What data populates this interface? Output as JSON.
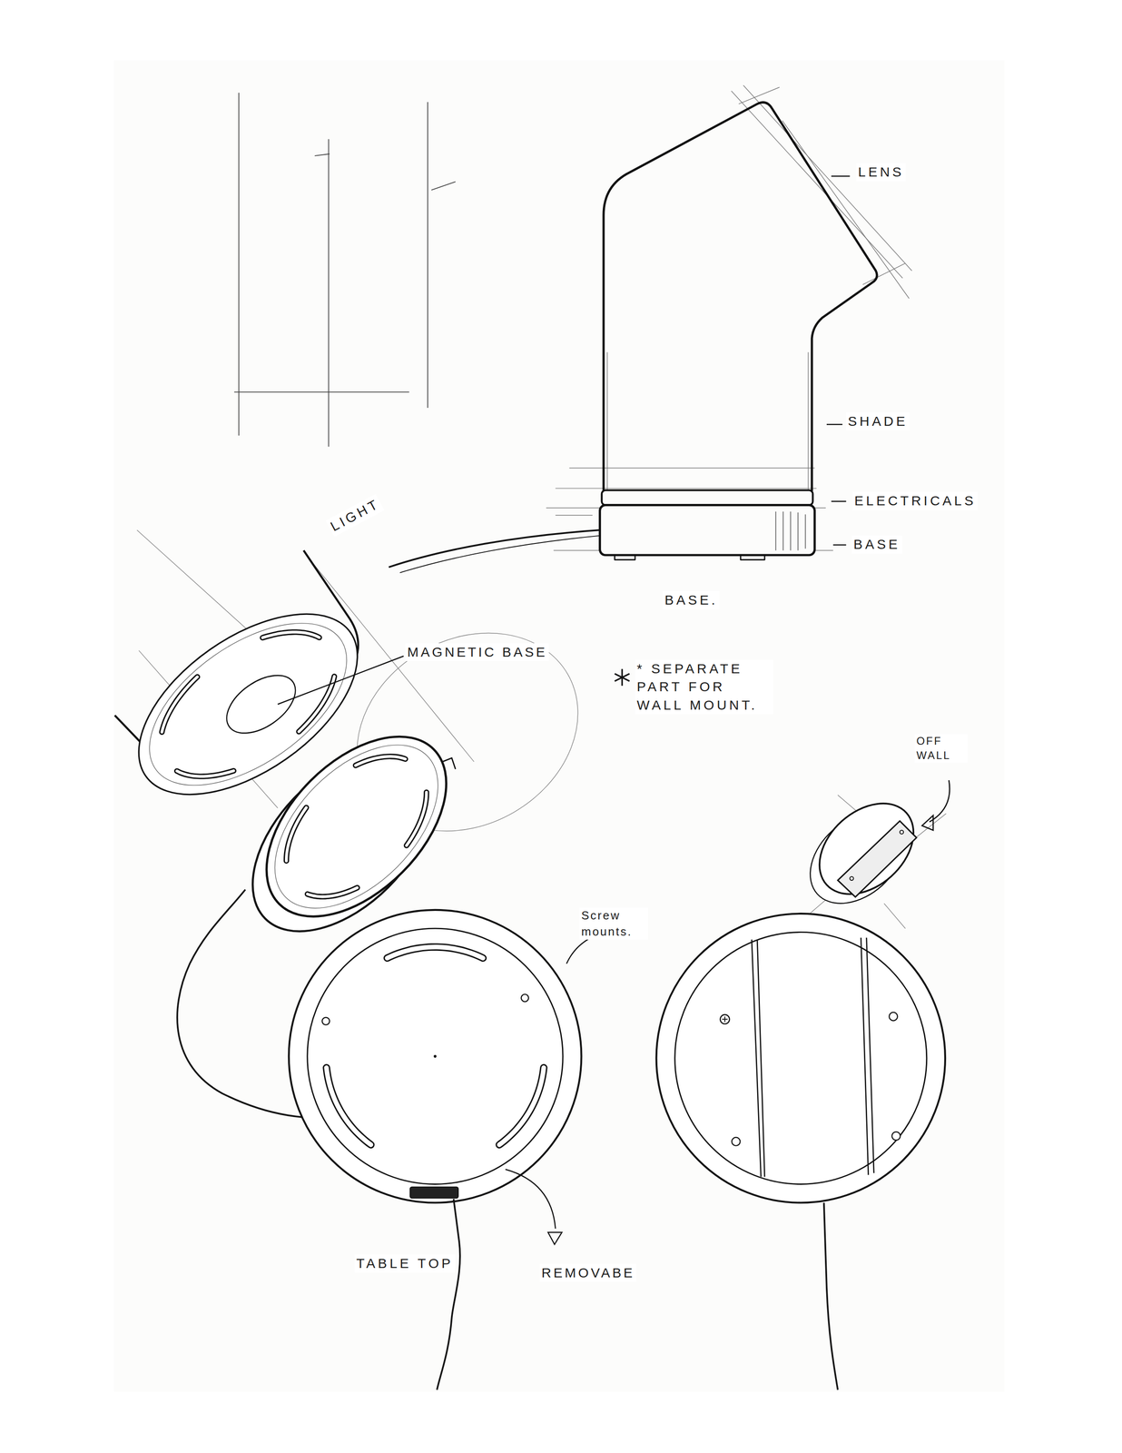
{
  "diagram": {
    "labels": [
      "LENS",
      "SHADE",
      "ELECTRICALS",
      "BASE",
      "LIGHT",
      "BASE.",
      "MAGNETIC BASE",
      "* SEPARATE PART FOR WALL MOUNT.",
      "OFF WALL",
      "Screw mounts.",
      "TABLE TOP",
      "REMOVABE"
    ]
  }
}
